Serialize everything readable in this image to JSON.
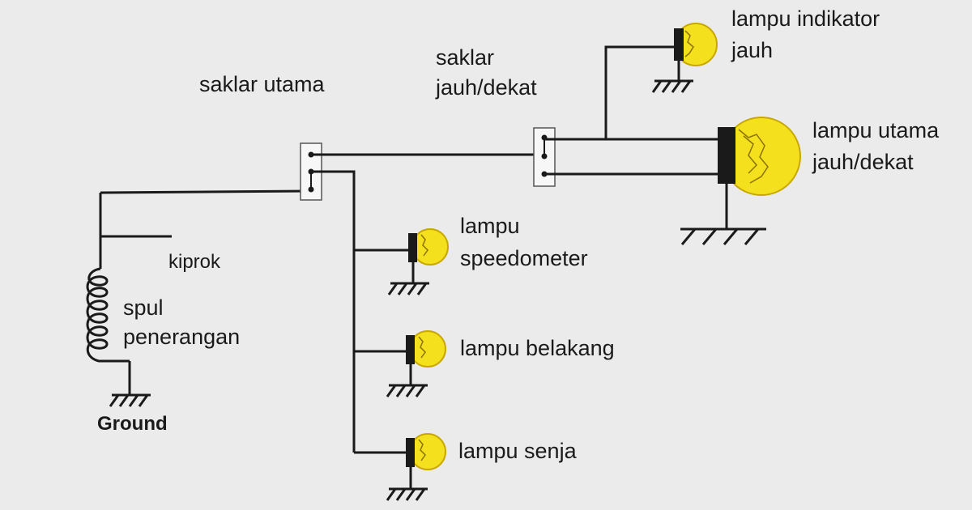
{
  "labels": {
    "saklar_utama": "saklar utama",
    "saklar_jauh_dekat": [
      "saklar",
      "jauh/dekat"
    ],
    "lampu_indikator_jauh": [
      "lampu indikator",
      "jauh"
    ],
    "lampu_utama_jauh_dekat": [
      "lampu utama",
      "jauh/dekat"
    ],
    "lampu_speedometer": [
      "lampu",
      "speedometer"
    ],
    "lampu_belakang": "lampu belakang",
    "lampu_senja": "lampu senja",
    "kiprok": "kiprok",
    "spul_penerangan": [
      "spul",
      "penerangan"
    ],
    "ground": "Ground"
  },
  "colors": {
    "background": "#ebebeb",
    "wire": "#1a1a1a",
    "bulb_fill": "#f4e01c",
    "bulb_outline": "#c8a800",
    "switch_fill": "#f7f7f7"
  }
}
